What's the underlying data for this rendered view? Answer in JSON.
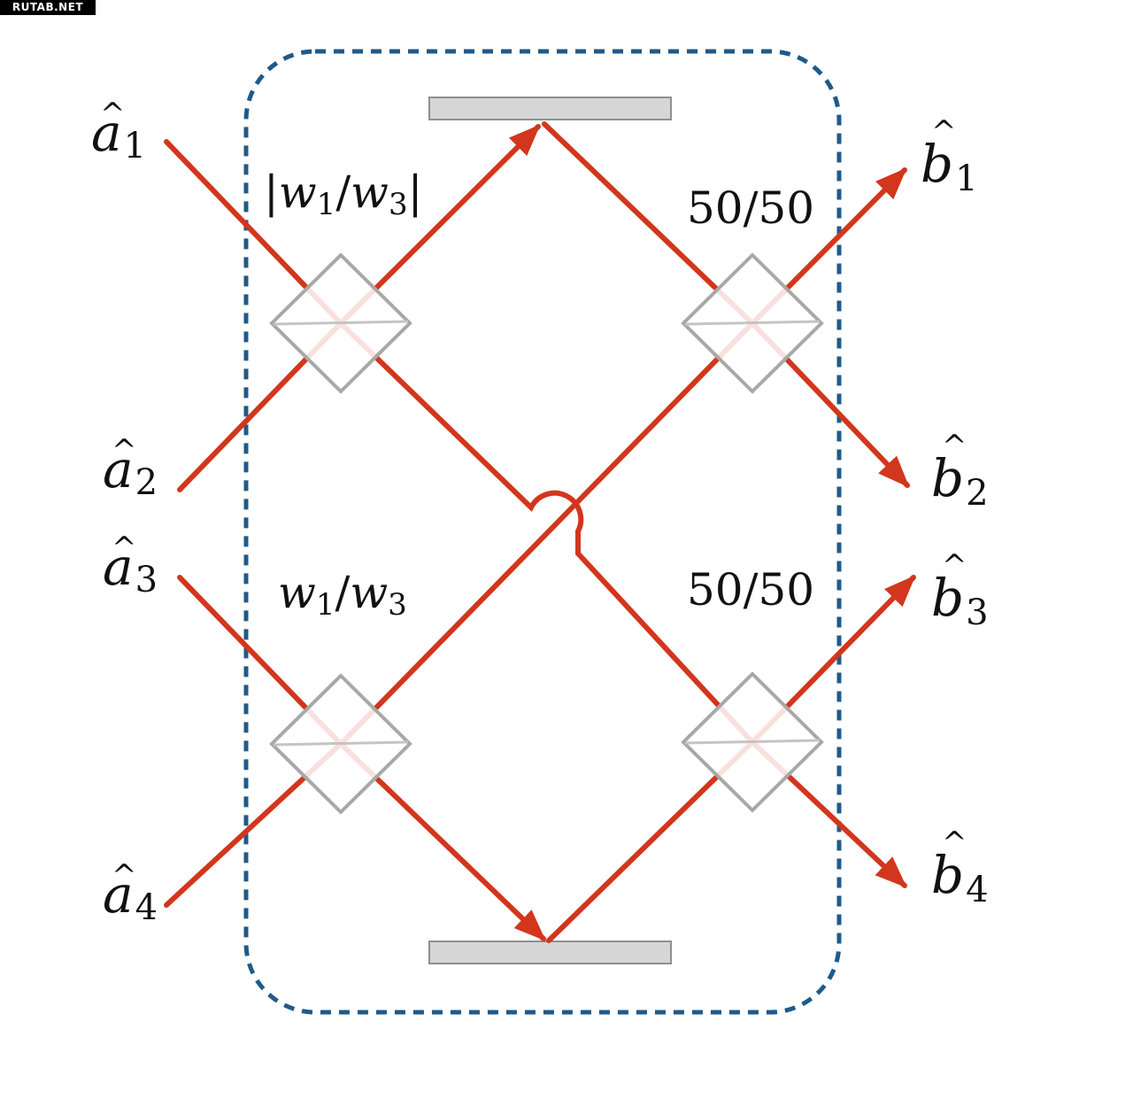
{
  "watermark": "RUTAB.NET",
  "colors": {
    "beam": "#d2361c",
    "splitter_edge": "#a8a8a8",
    "mirror_fill": "#d6d6d6",
    "mirror_edge": "#8f8f8f",
    "box_border": "#1f5a8a"
  },
  "inputs": [
    {
      "letter": "a",
      "index": "1"
    },
    {
      "letter": "a",
      "index": "2"
    },
    {
      "letter": "a",
      "index": "3"
    },
    {
      "letter": "a",
      "index": "4"
    }
  ],
  "outputs": [
    {
      "letter": "b",
      "index": "1"
    },
    {
      "letter": "b",
      "index": "2"
    },
    {
      "letter": "b",
      "index": "3"
    },
    {
      "letter": "b",
      "index": "4"
    }
  ],
  "splitters": {
    "top_left": {
      "open": "|",
      "w1": "w",
      "i1": "1",
      "slash": "/",
      "w3": "w",
      "i3": "3",
      "close": "|"
    },
    "bottom_left": {
      "w1": "w",
      "i1": "1",
      "slash": "/",
      "w3": "w",
      "i3": "3"
    },
    "top_right": "50/50",
    "bottom_right": "50/50"
  }
}
